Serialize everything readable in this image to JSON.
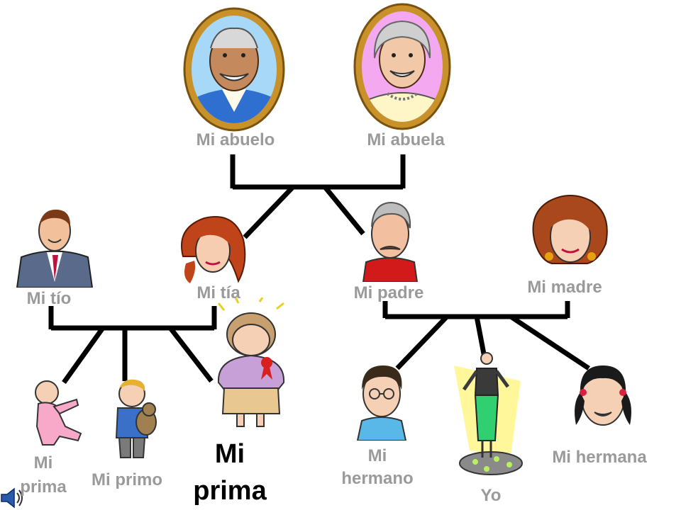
{
  "slide": {
    "labels": {
      "abuelo": "Mi abuelo",
      "abuela": "Mi abuela",
      "tio": "Mi tío",
      "tia": "Mi tía",
      "padre": "Mi padre",
      "madre": "Mi madre",
      "prima_baby_1": "Mi",
      "prima_baby_2": "prima",
      "primo": "Mi primo",
      "prima_big_1": "Mi",
      "prima_big_2": "prima",
      "hermano_1": "Mi",
      "hermano_2": "hermano",
      "yo": "Yo",
      "hermana": "Mi hermana"
    },
    "icons": {
      "abuelo": "grandfather-portrait-icon",
      "abuela": "grandmother-portrait-icon",
      "tio": "uncle-icon",
      "tia": "aunt-icon",
      "padre": "father-icon",
      "madre": "mother-icon",
      "prima_baby": "baby-cousin-icon",
      "primo": "boy-cousin-icon",
      "prima_big": "girl-cousin-icon",
      "hermano": "brother-icon",
      "yo": "self-woman-icon",
      "hermana": "sister-icon",
      "sound": "speaker-sound-icon"
    },
    "colors": {
      "label_gray": "#9a9a9a",
      "label_black": "#000000",
      "tree_line": "#000000",
      "frame_gold": "#c8912a",
      "frame_blue_bg": "#a8d8f8",
      "frame_pink_bg": "#f4a8f0"
    }
  }
}
